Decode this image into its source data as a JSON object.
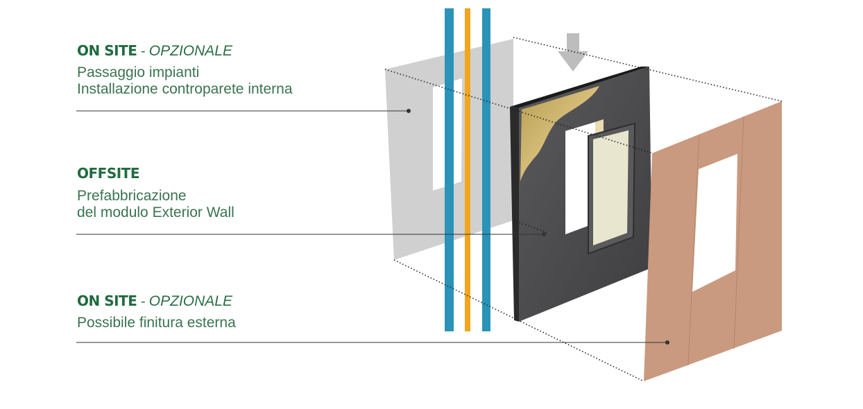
{
  "labels": [
    {
      "heading_strong": "ON SITE",
      "heading_sep": " - ",
      "heading_italic": "OPZIONALE",
      "lines": [
        "Passaggio impianti",
        "Installazione controparete interna"
      ]
    },
    {
      "heading_strong": "OFFSITE",
      "heading_sep": "",
      "heading_italic": "",
      "lines": [
        "Prefabbricazione",
        "del modulo Exterior Wall"
      ]
    },
    {
      "heading_strong": "ON SITE",
      "heading_sep": " - ",
      "heading_italic": "OPZIONALE",
      "lines": [
        "Possibile finitura esterna"
      ]
    }
  ],
  "colors": {
    "heading": "#1f6b3f",
    "text": "#3a7350",
    "pipe_blue": "#2b93b8",
    "pipe_orange": "#f2a51f",
    "inner_panel": "#c8c8c8",
    "wall_module": "#4d4d4f",
    "insulation": "#c9b06a",
    "outer_panel": "#c99a7f",
    "arrow": "#bdbdbd"
  }
}
